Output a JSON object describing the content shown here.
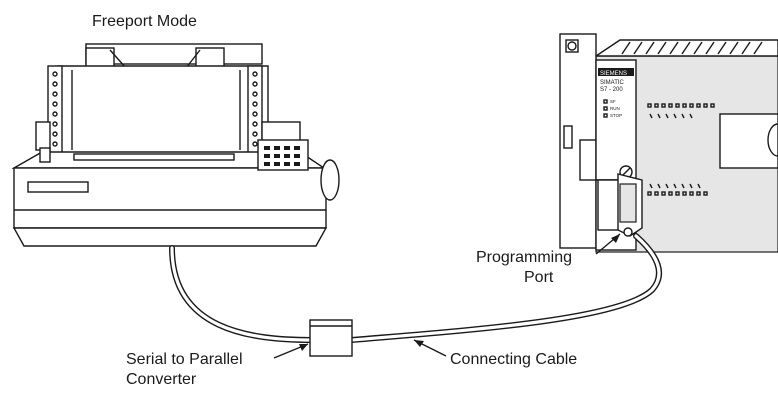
{
  "diagram": {
    "title": "Freeport Mode",
    "labels": {
      "programming_port_line1": "Programming",
      "programming_port_line2": "Port",
      "converter_line1": "Serial to Parallel",
      "converter_line2": "Converter",
      "cable": "Connecting Cable"
    },
    "plc": {
      "brand": "SIEMENS",
      "model_line1": "SIMATIC",
      "model_line2": "S7 - 200",
      "led_sf": "SF",
      "led_run": "RUN",
      "led_stop": "STOP"
    }
  },
  "colors": {
    "line": "#1a1a1a",
    "body_fill": "#e6e6e6",
    "background": "#ffffff"
  }
}
